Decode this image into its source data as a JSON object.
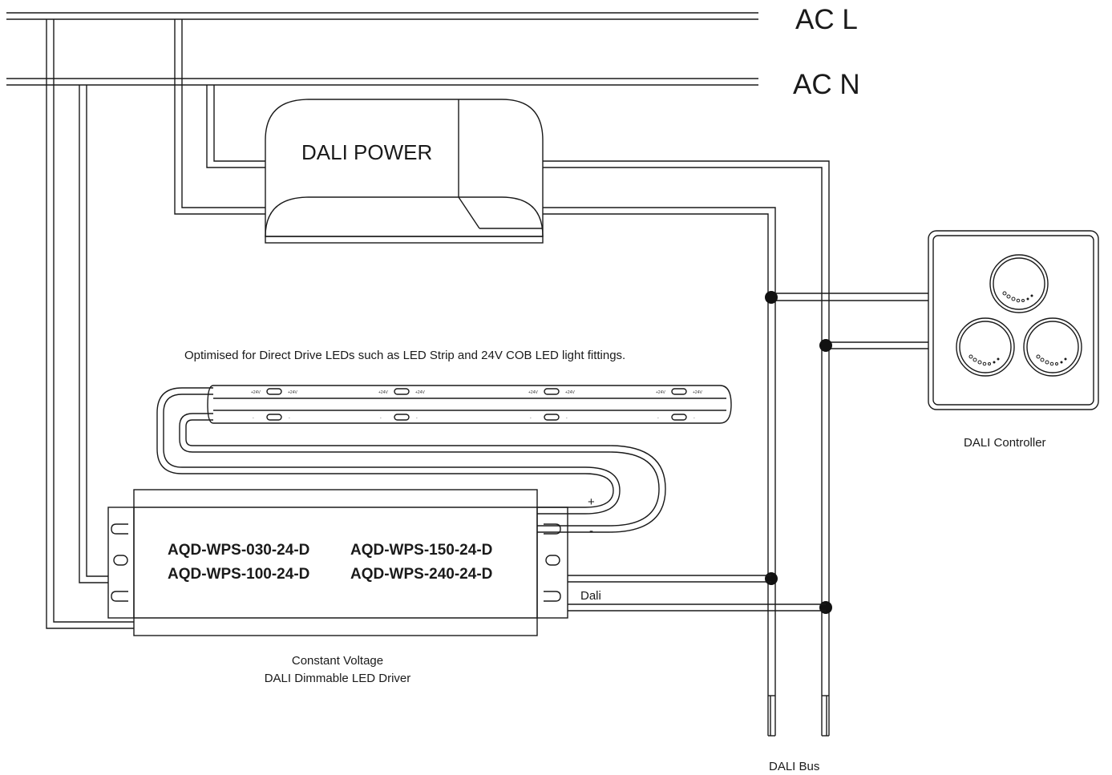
{
  "diagram": {
    "mains": {
      "live_label": "AC L",
      "neutral_label": "AC N"
    },
    "dali_power": {
      "label": "DALI POWER"
    },
    "note": "Optimised for Direct Drive LEDs such as LED Strip and 24V COB LED light fittings.",
    "led_strip": {
      "pad_top_label": "+24V",
      "pad_bottom_label": "-"
    },
    "driver": {
      "models": [
        "AQD-WPS-030-24-D",
        "AQD-WPS-150-24-D",
        "AQD-WPS-100-24-D",
        "AQD-WPS-240-24-D"
      ],
      "output_plus": "+",
      "output_minus": "-",
      "dali_label": "Dali",
      "caption_line1": "Constant Voltage",
      "caption_line2": "DALI Dimmable LED Driver"
    },
    "controller": {
      "label": "DALI Controller"
    },
    "bus": {
      "label": "DALI Bus"
    }
  }
}
